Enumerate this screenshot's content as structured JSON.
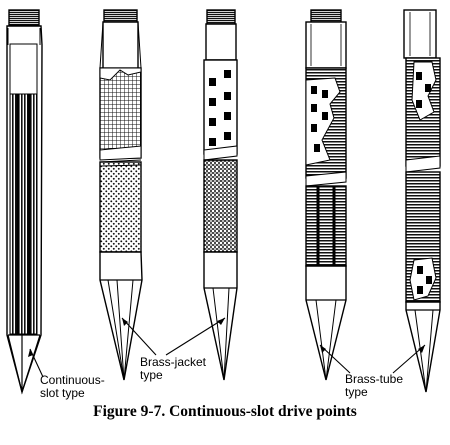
{
  "figure": {
    "caption": "Figure 9-7.  Continuous-slot drive points",
    "labels": {
      "continuous_line1": "Continuous-",
      "continuous_line2": "slot type",
      "brass_jacket_line1": "Brass-jacket",
      "brass_jacket_line2": "type",
      "brass_tube_line1": "Brass-tube",
      "brass_tube_line2": "type"
    },
    "icons": {
      "drive_point_1": "continuous-slot-drive-point-icon",
      "drive_point_2": "brass-jacket-drive-point-mesh-icon",
      "drive_point_3": "brass-jacket-drive-point-perforated-icon",
      "drive_point_4": "brass-tube-drive-point-icon",
      "drive_point_5": "brass-tube-drive-point-icon"
    }
  }
}
